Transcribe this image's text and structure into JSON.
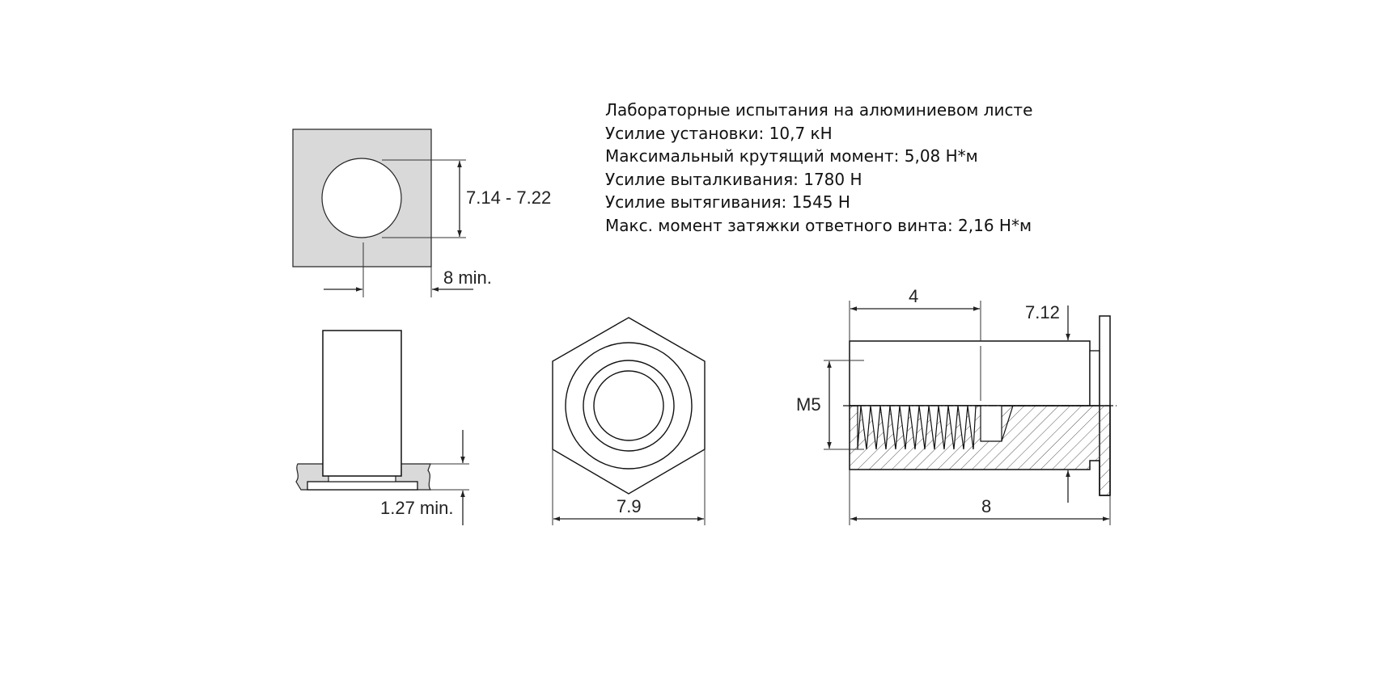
{
  "specs": {
    "title": "Лабораторные испытания на алюминиевом листе",
    "install_force": "Усилие установки: 10,7 кН",
    "max_torque": "Максимальный крутящий момент: 5,08 Н*м",
    "pushout_force": "Усилие выталкивания: 1780 Н",
    "pullout_force": "Усилие вытягивания: 1545 Н",
    "mating_screw_torque": "Макс. момент затяжки ответного винта: 2,16 Н*м"
  },
  "dimensions": {
    "hole_diameter": "7.14 - 7.22",
    "min_edge_distance": "8 min.",
    "min_sheet_thickness": "1.27 min.",
    "hex_across_flats": "7.9",
    "thread_length": "4",
    "head_diameter": "7.12",
    "thread_size": "M5",
    "overall_length": "8"
  },
  "colors": {
    "sheet_fill": "#d9d9d9",
    "line": "#111111",
    "text": "#222222"
  }
}
